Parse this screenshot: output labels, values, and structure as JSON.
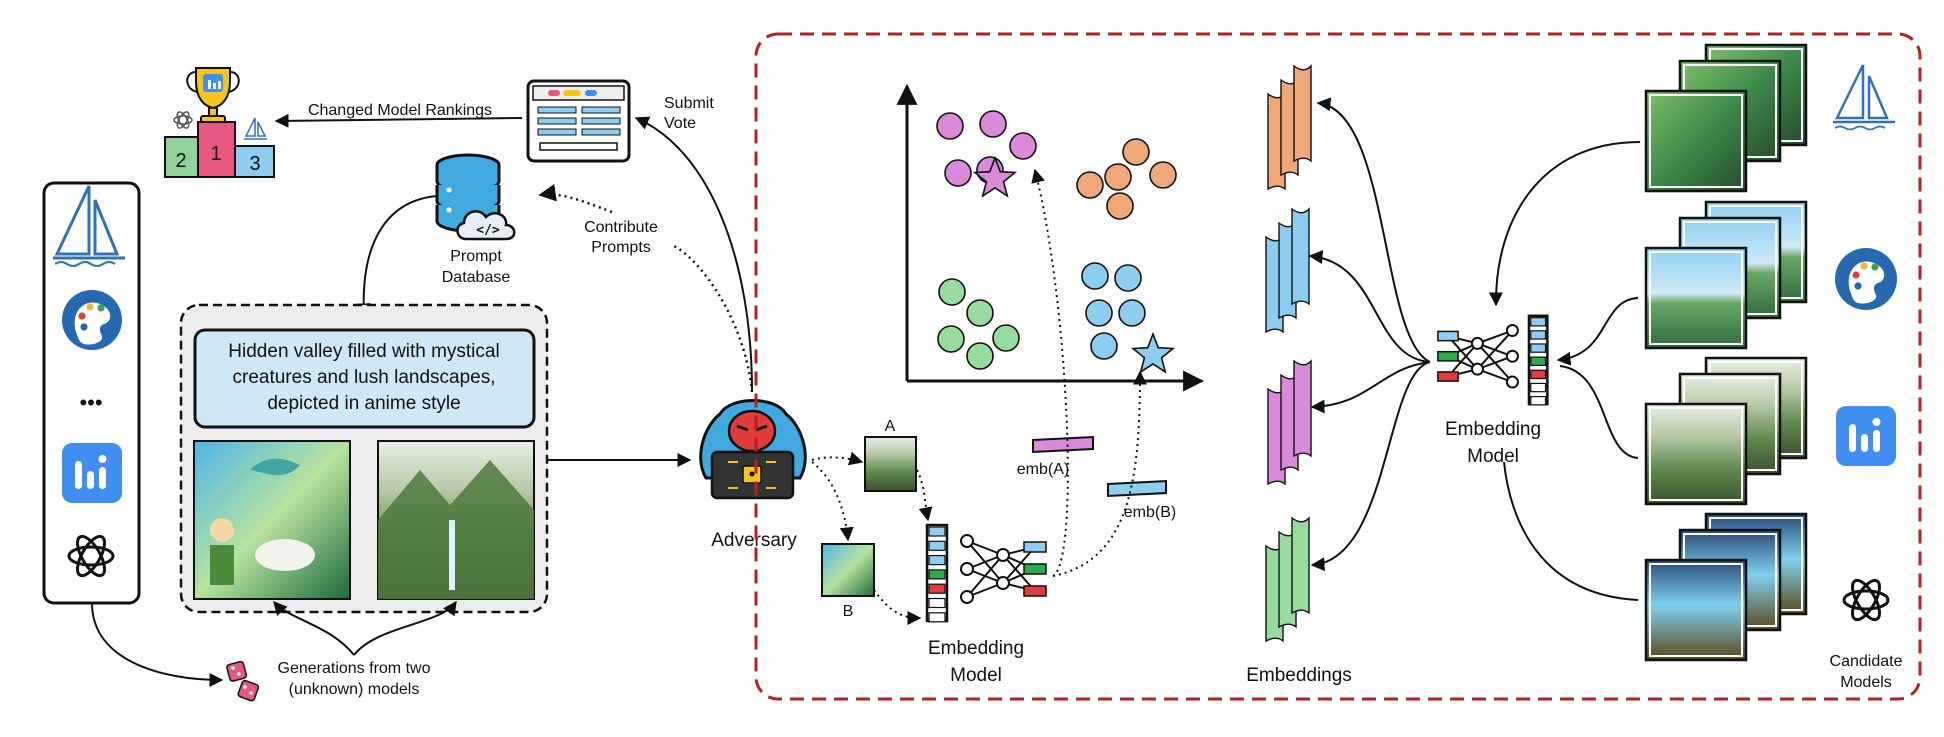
{
  "labels": {
    "changed_rankings": "Changed Model Rankings",
    "submit_vote": [
      "Submit",
      "Vote"
    ],
    "contribute_prompts": [
      "Contribute",
      "Prompts"
    ],
    "prompt_database": [
      "Prompt",
      "Database"
    ],
    "prompt_text": [
      "Hidden valley filled with mystical",
      "creatures and lush landscapes,",
      "depicted in anime style"
    ],
    "generations": [
      "Generations from two",
      "(unknown) models"
    ],
    "adversary": "Adversary",
    "image_a": "A",
    "image_b": "B",
    "emb_a": "emb(A)",
    "emb_b": "emb(B)",
    "embedding_model_left": [
      "Embedding",
      "Model"
    ],
    "embedding_model_right": [
      "Embedding",
      "Model"
    ],
    "embeddings": "Embeddings",
    "candidate_models": [
      "Candidate",
      "Models"
    ],
    "podium_ranks": [
      "2",
      "1",
      "3"
    ],
    "ellipsis": "•••",
    "code_glyph": "</>"
  },
  "colors": {
    "pink": "#d98ad8",
    "orange": "#f0a77a",
    "green": "#97dc9c",
    "blue": "#8ccdf0",
    "prompt_box": "#cfe8f6",
    "dashed_border": "#b22222",
    "podium_green": "#8fd39a",
    "podium_pink": "#e8577f",
    "podium_blue": "#8ccdf0"
  },
  "icons": {
    "sidebar": [
      "sailboat-icon",
      "palette-icon",
      "ellipsis-icon",
      "bar-logo-icon",
      "openai-knot-icon"
    ],
    "candidates": [
      "sailboat-icon",
      "palette-icon",
      "bar-logo-icon",
      "openai-knot-icon"
    ]
  }
}
